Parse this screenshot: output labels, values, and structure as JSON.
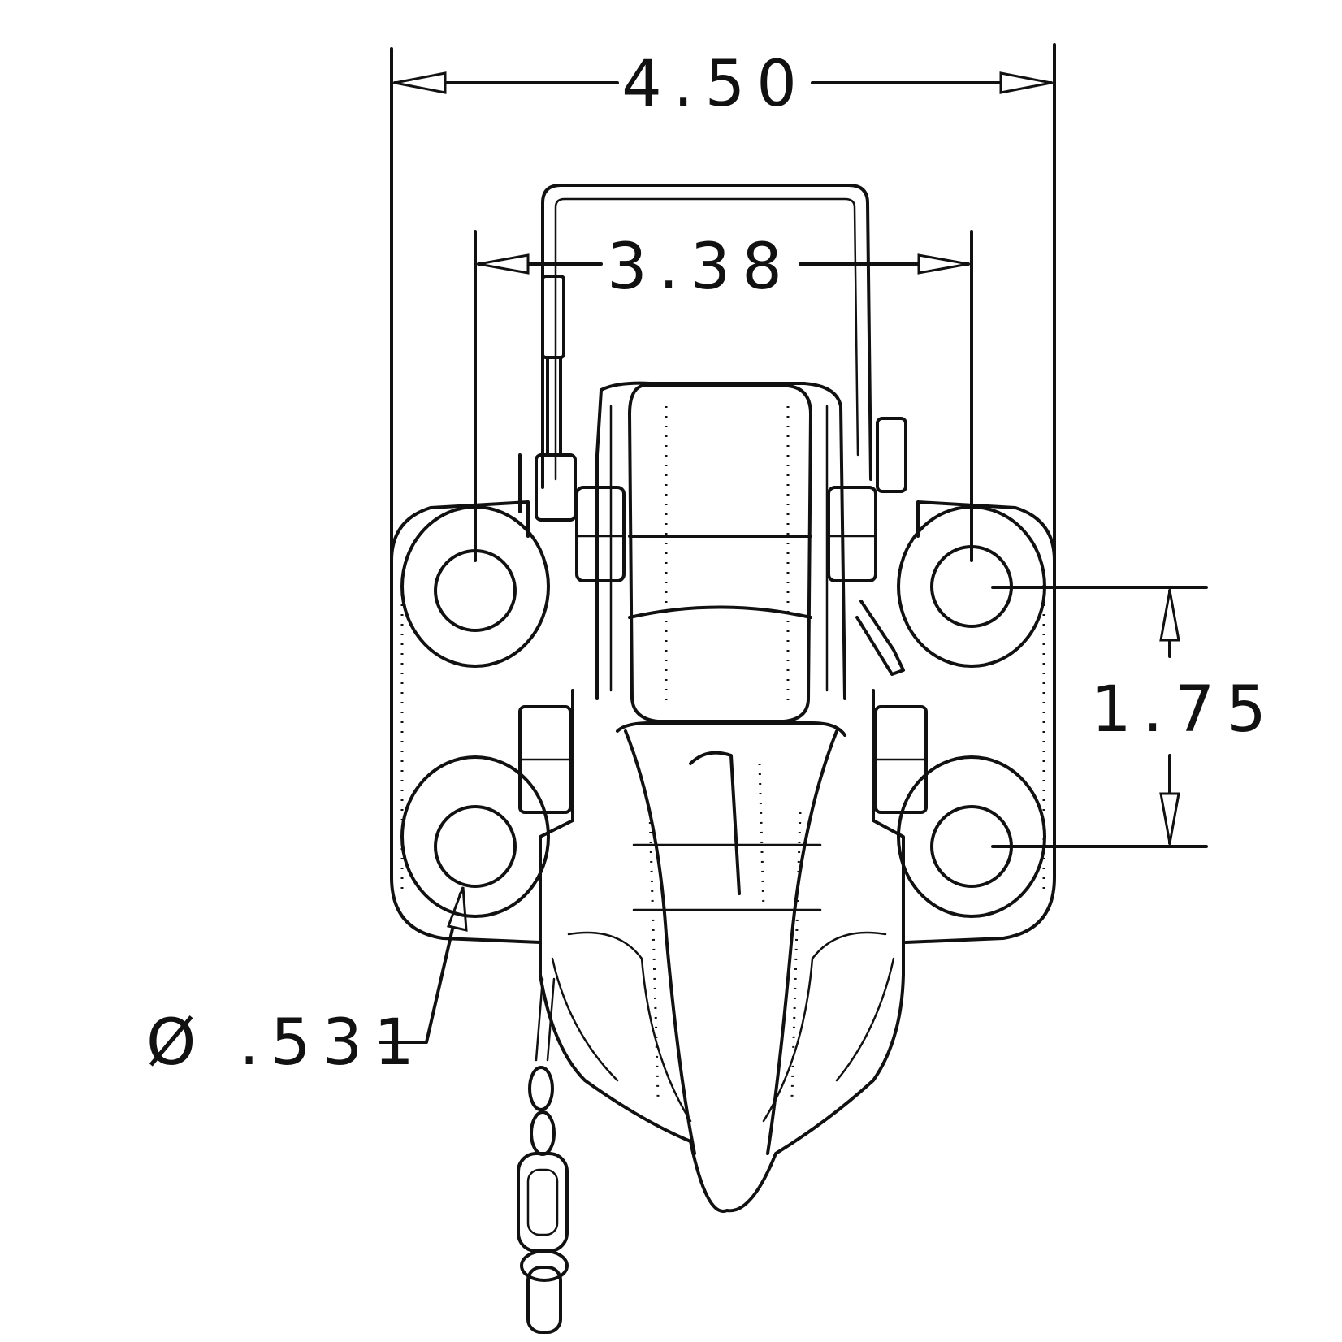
{
  "drawing": {
    "part": "pintle-hook-front-view",
    "line_color": "#111111",
    "background": "#ffffff"
  },
  "dimensions": {
    "overall_width": "4.50",
    "hole_spacing_horizontal": "3.38",
    "hole_spacing_vertical": "1.75",
    "hole_diameter": "Ø .531"
  }
}
